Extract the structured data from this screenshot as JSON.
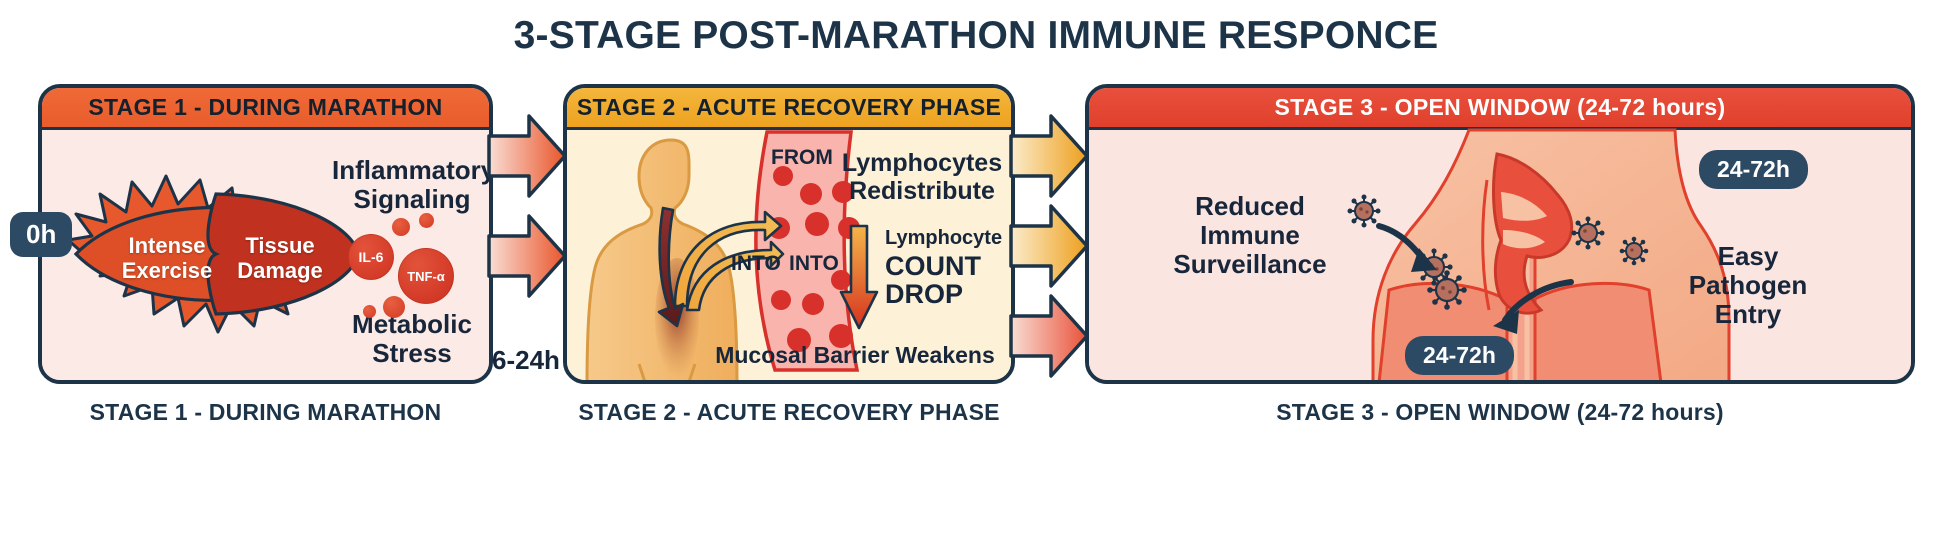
{
  "title": "3-STAGE POST-MARATHON IMMUNE RESPONCE",
  "stages": [
    {
      "header": "STAGE 1 - DURING MARATHON",
      "caption": "STAGE 1 - DURING MARATHON",
      "time_badge": "0h",
      "lens_left": "Intense\nExercise",
      "lens_right": "Tissue\nDamage",
      "label_top": "Inflammatory\nSignaling",
      "label_bottom": "Metabolic\nStress",
      "cytokines": [
        {
          "name": "IL-6"
        },
        {
          "name": "TNF-α"
        }
      ]
    },
    {
      "header": "STAGE 2 - ACUTE RECOVERY PHASE",
      "caption": "STAGE 2 - ACUTE RECOVERY PHASE",
      "from_label": "FROM",
      "into_label_1": "INTO",
      "into_label_2": "INTO",
      "redistribute": "Lymphocytes\nRedistribute",
      "count_small": "Lymphocyte",
      "count_big": "COUNT\nDROP",
      "mucosal": "Mucosal Barrier Weakens"
    },
    {
      "header": "STAGE 3 - OPEN WINDOW (24-72 hours)",
      "caption": "STAGE 3 - OPEN WINDOW (24-72 hours)",
      "reduced": "Reduced\nImmune\nSurveillance",
      "easy_entry": "Easy\nPathogen\nEntry",
      "badge_top": "24-72h",
      "badge_bottom": "24-72h"
    }
  ],
  "connectors": {
    "stage1_to_2_label": "6-24h"
  },
  "colors": {
    "ink": "#1d3448",
    "stage1_header": "#e95c2b",
    "stage2_header": "#eda21f",
    "stage3_header": "#e0402c",
    "stage1_body": "#fbeae5",
    "stage2_body": "#fdf1d8",
    "stage3_body": "#fbe5e1",
    "badge": "#2c4a63",
    "cytokine": "#d23a26",
    "lymphocyte": "#d8302a",
    "body_silhouette": "#f3b86a",
    "virus": "#b5705f"
  }
}
